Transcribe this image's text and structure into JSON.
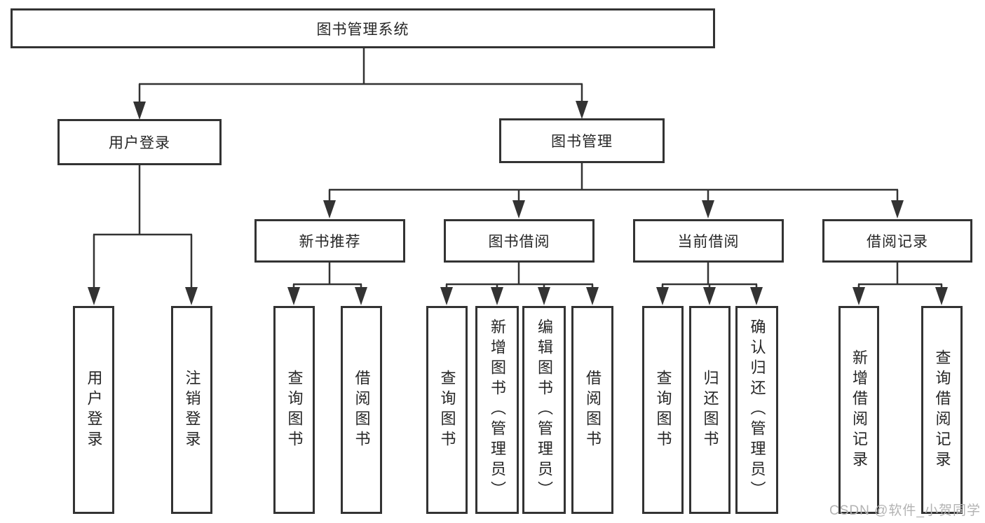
{
  "diagram": {
    "root": {
      "label": "图书管理系统"
    },
    "branches": [
      {
        "label": "用户登录",
        "children": [
          {
            "label": "用户登录"
          },
          {
            "label": "注销登录"
          }
        ]
      },
      {
        "label": "图书管理",
        "children": [
          {
            "label": "新书推荐",
            "children": [
              {
                "label": "查询图书"
              },
              {
                "label": "借阅图书"
              }
            ]
          },
          {
            "label": "图书借阅",
            "children": [
              {
                "label": "查询图书"
              },
              {
                "label": "新增图书（管理员）"
              },
              {
                "label": "编辑图书（管理员）"
              },
              {
                "label": "借阅图书"
              }
            ]
          },
          {
            "label": "当前借阅",
            "children": [
              {
                "label": "查询图书"
              },
              {
                "label": "归还图书"
              },
              {
                "label": "确认归还（管理员）"
              }
            ]
          },
          {
            "label": "借阅记录",
            "children": [
              {
                "label": "新增借阅记录"
              },
              {
                "label": "查询借阅记录"
              }
            ]
          }
        ]
      }
    ],
    "colors": {
      "line": "#333333",
      "box_border": "#333333",
      "text": "#262626",
      "watermark": "#b3b3b3",
      "background": "#ffffff"
    },
    "watermark": "CSDN @软件_小贺同学"
  }
}
